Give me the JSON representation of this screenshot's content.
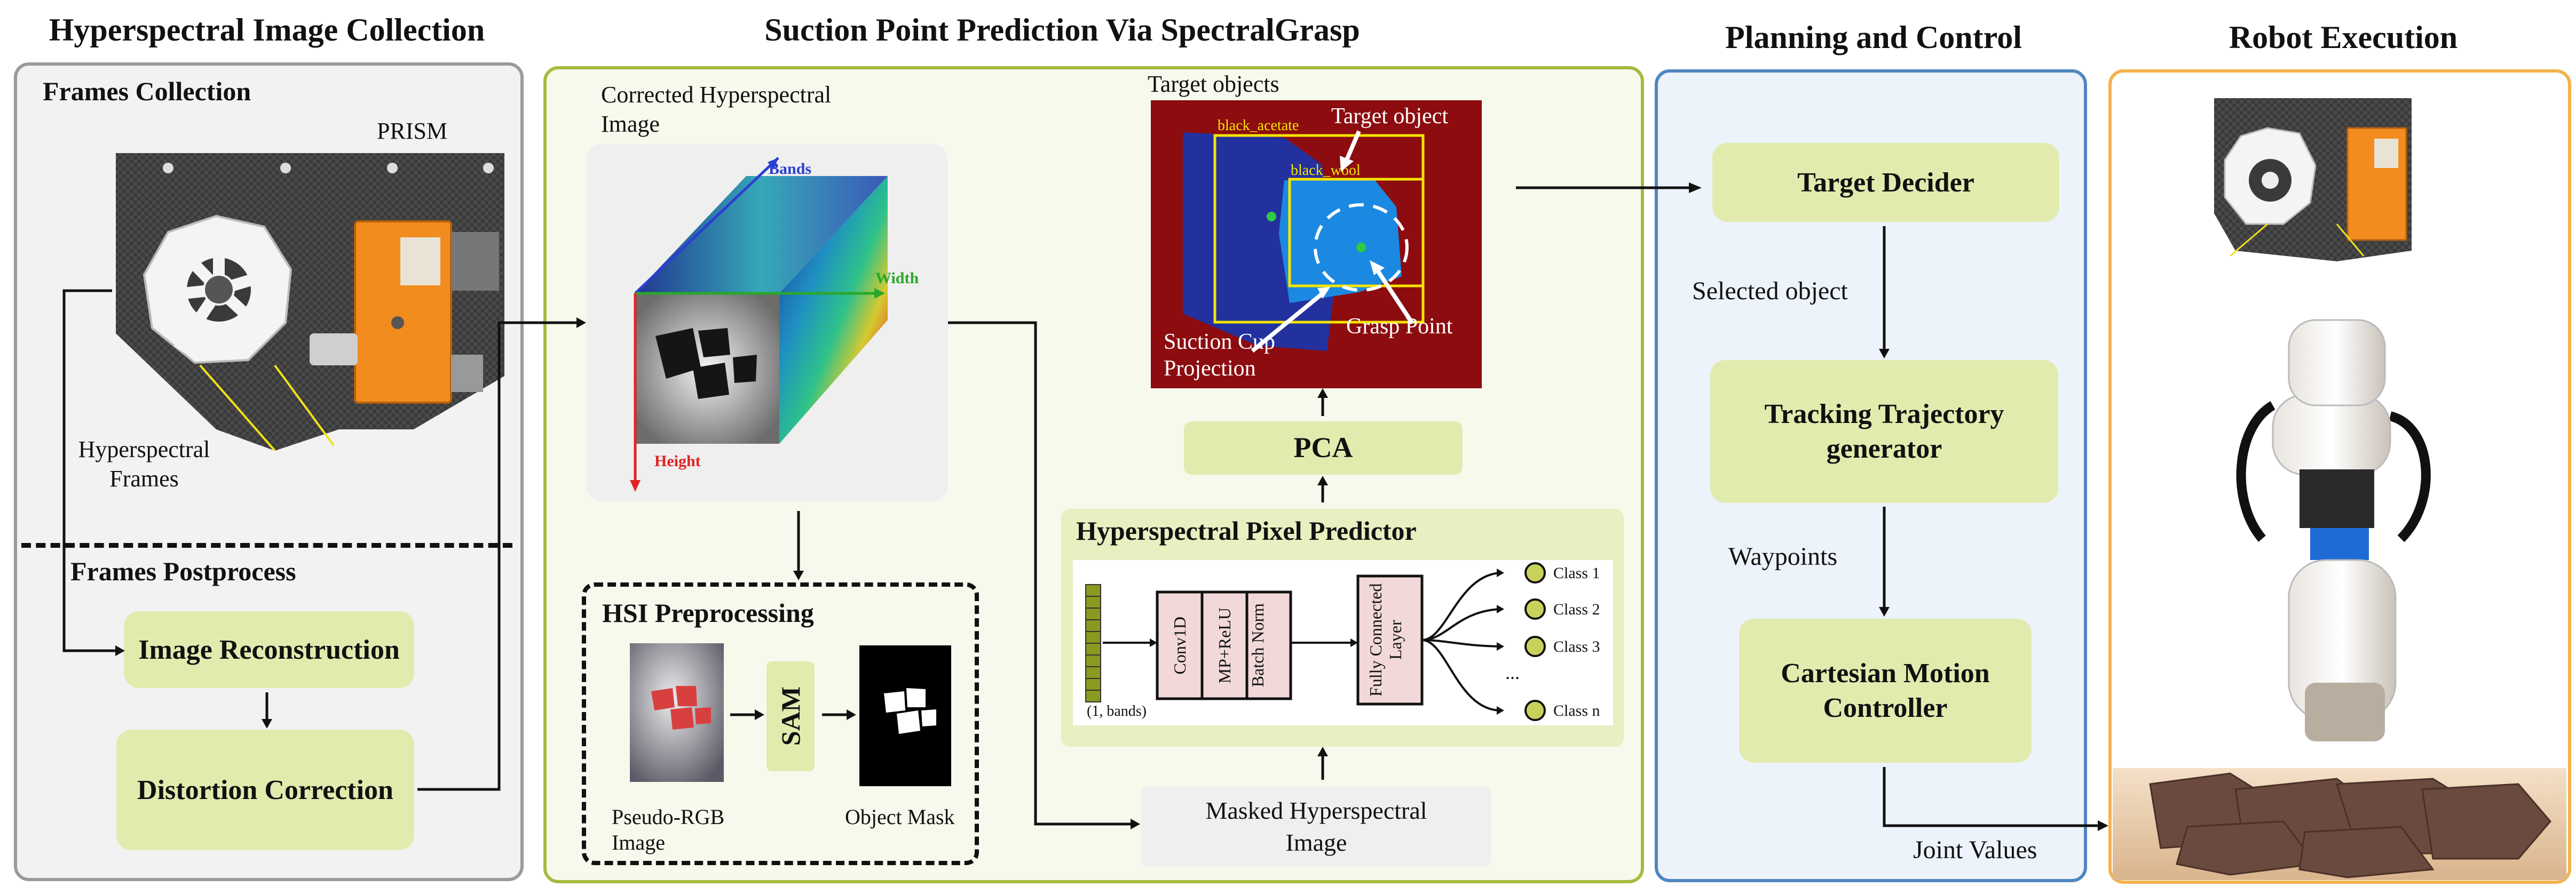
{
  "sections": {
    "collection": {
      "title": "Hyperspectral Image Collection",
      "frames_collection": "Frames Collection",
      "prism": "PRISM",
      "hyperspectral_frames": "Hyperspectral Frames",
      "frames_postprocess": "Frames Postprocess",
      "image_reconstruction": "Image Reconstruction",
      "distortion_correction": "Distortion Correction"
    },
    "prediction": {
      "title": "Suction Point Prediction Via SpectralGrasp",
      "corrected_image": "Corrected Hyperspectral Image",
      "axis_bands": "Bands",
      "axis_width": "Width",
      "axis_height": "Height",
      "hsi_preprocessing": "HSI Preprocessing",
      "sam": "SAM",
      "pseudo_rgb": "Pseudo-RGB Image",
      "object_mask": "Object Mask",
      "masked_image": "Masked Hyperspectral Image",
      "pixel_predictor": "Hyperspectral Pixel Predictor",
      "conv1d": "Conv1D",
      "mp_relu": "MP+ReLU",
      "batch_norm": "Batch Norm",
      "fc_layer": "Fully Connected Layer",
      "input_shape": "(1, bands)",
      "classes": [
        "Class 1",
        "Class 2",
        "Class 3",
        "...",
        "Class n"
      ],
      "pca": "PCA",
      "target_objects": "Target objects",
      "target_object": "Target object",
      "grasp_point": "Grasp Point",
      "suction_cup_projection": "Suction Cup Projection",
      "box_label_1": "black_acetate",
      "box_label_2": "black_wool"
    },
    "planning": {
      "title": "Planning and Control",
      "target_decider": "Target Decider",
      "selected_object": "Selected object",
      "trajectory_generator": "Tracking Trajectory generator",
      "waypoints": "Waypoints",
      "motion_controller": "Cartesian Motion Controller",
      "joint_values": "Joint Values"
    },
    "execution": {
      "title": "Robot Execution"
    }
  },
  "colors": {
    "collection_border": "#9a9a9a",
    "prediction_border": "#a6ba3e",
    "planning_border": "#4f86bf",
    "execution_border": "#f2b24d",
    "green_box": "#e2ebae"
  }
}
